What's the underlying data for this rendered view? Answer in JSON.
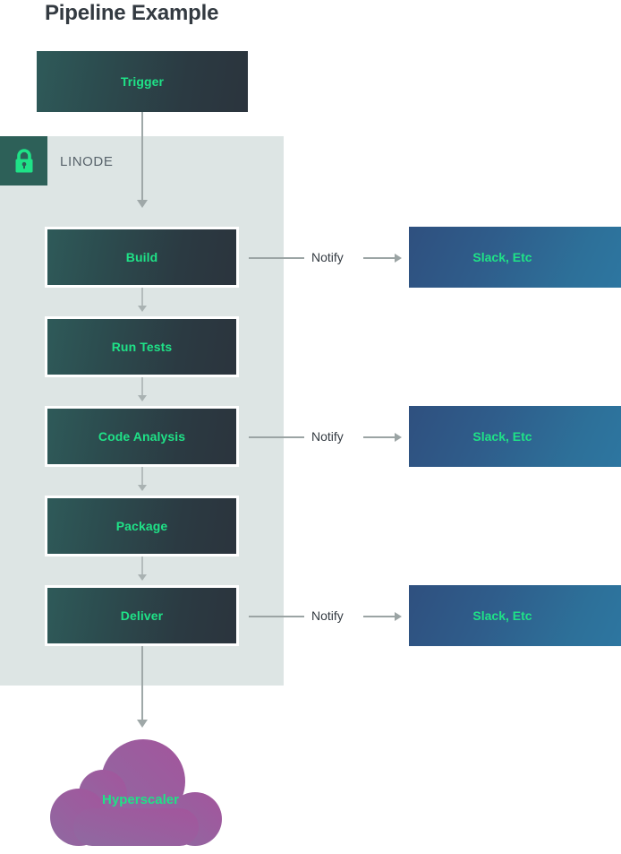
{
  "title": "Pipeline Example",
  "colors": {
    "accent_green": "#1fe287",
    "panel_bg": "#dde5e4",
    "lock_bg": "#2d6058",
    "stage_gradient_start": "#2e5a59",
    "stage_gradient_end": "#2b343d",
    "notify_gradient_start": "#2f507f",
    "notify_gradient_end": "#2d79a4",
    "cloud_purple": "#9b5fa0",
    "connector_gray": "#9fa8a8",
    "title_color": "#333a41",
    "label_color": "#58636b"
  },
  "trigger": {
    "label": "Trigger"
  },
  "linode": {
    "label": "LINODE",
    "lock_icon": "lock-icon"
  },
  "stages": [
    {
      "id": "build",
      "label": "Build",
      "notify": true
    },
    {
      "id": "run-tests",
      "label": "Run Tests",
      "notify": false
    },
    {
      "id": "code-analysis",
      "label": "Code Analysis",
      "notify": true
    },
    {
      "id": "package",
      "label": "Package",
      "notify": false
    },
    {
      "id": "deliver",
      "label": "Deliver",
      "notify": true
    }
  ],
  "notify_connectors": [
    {
      "label": "Notify",
      "target": "Slack, Etc"
    },
    {
      "label": "Notify",
      "target": "Slack, Etc"
    },
    {
      "label": "Notify",
      "target": "Slack, Etc"
    }
  ],
  "notify_targets": [
    {
      "label": "Slack, Etc"
    },
    {
      "label": "Slack, Etc"
    },
    {
      "label": "Slack, Etc"
    }
  ],
  "cloud": {
    "label": "Hyperscaler",
    "icon": "cloud-shape"
  }
}
